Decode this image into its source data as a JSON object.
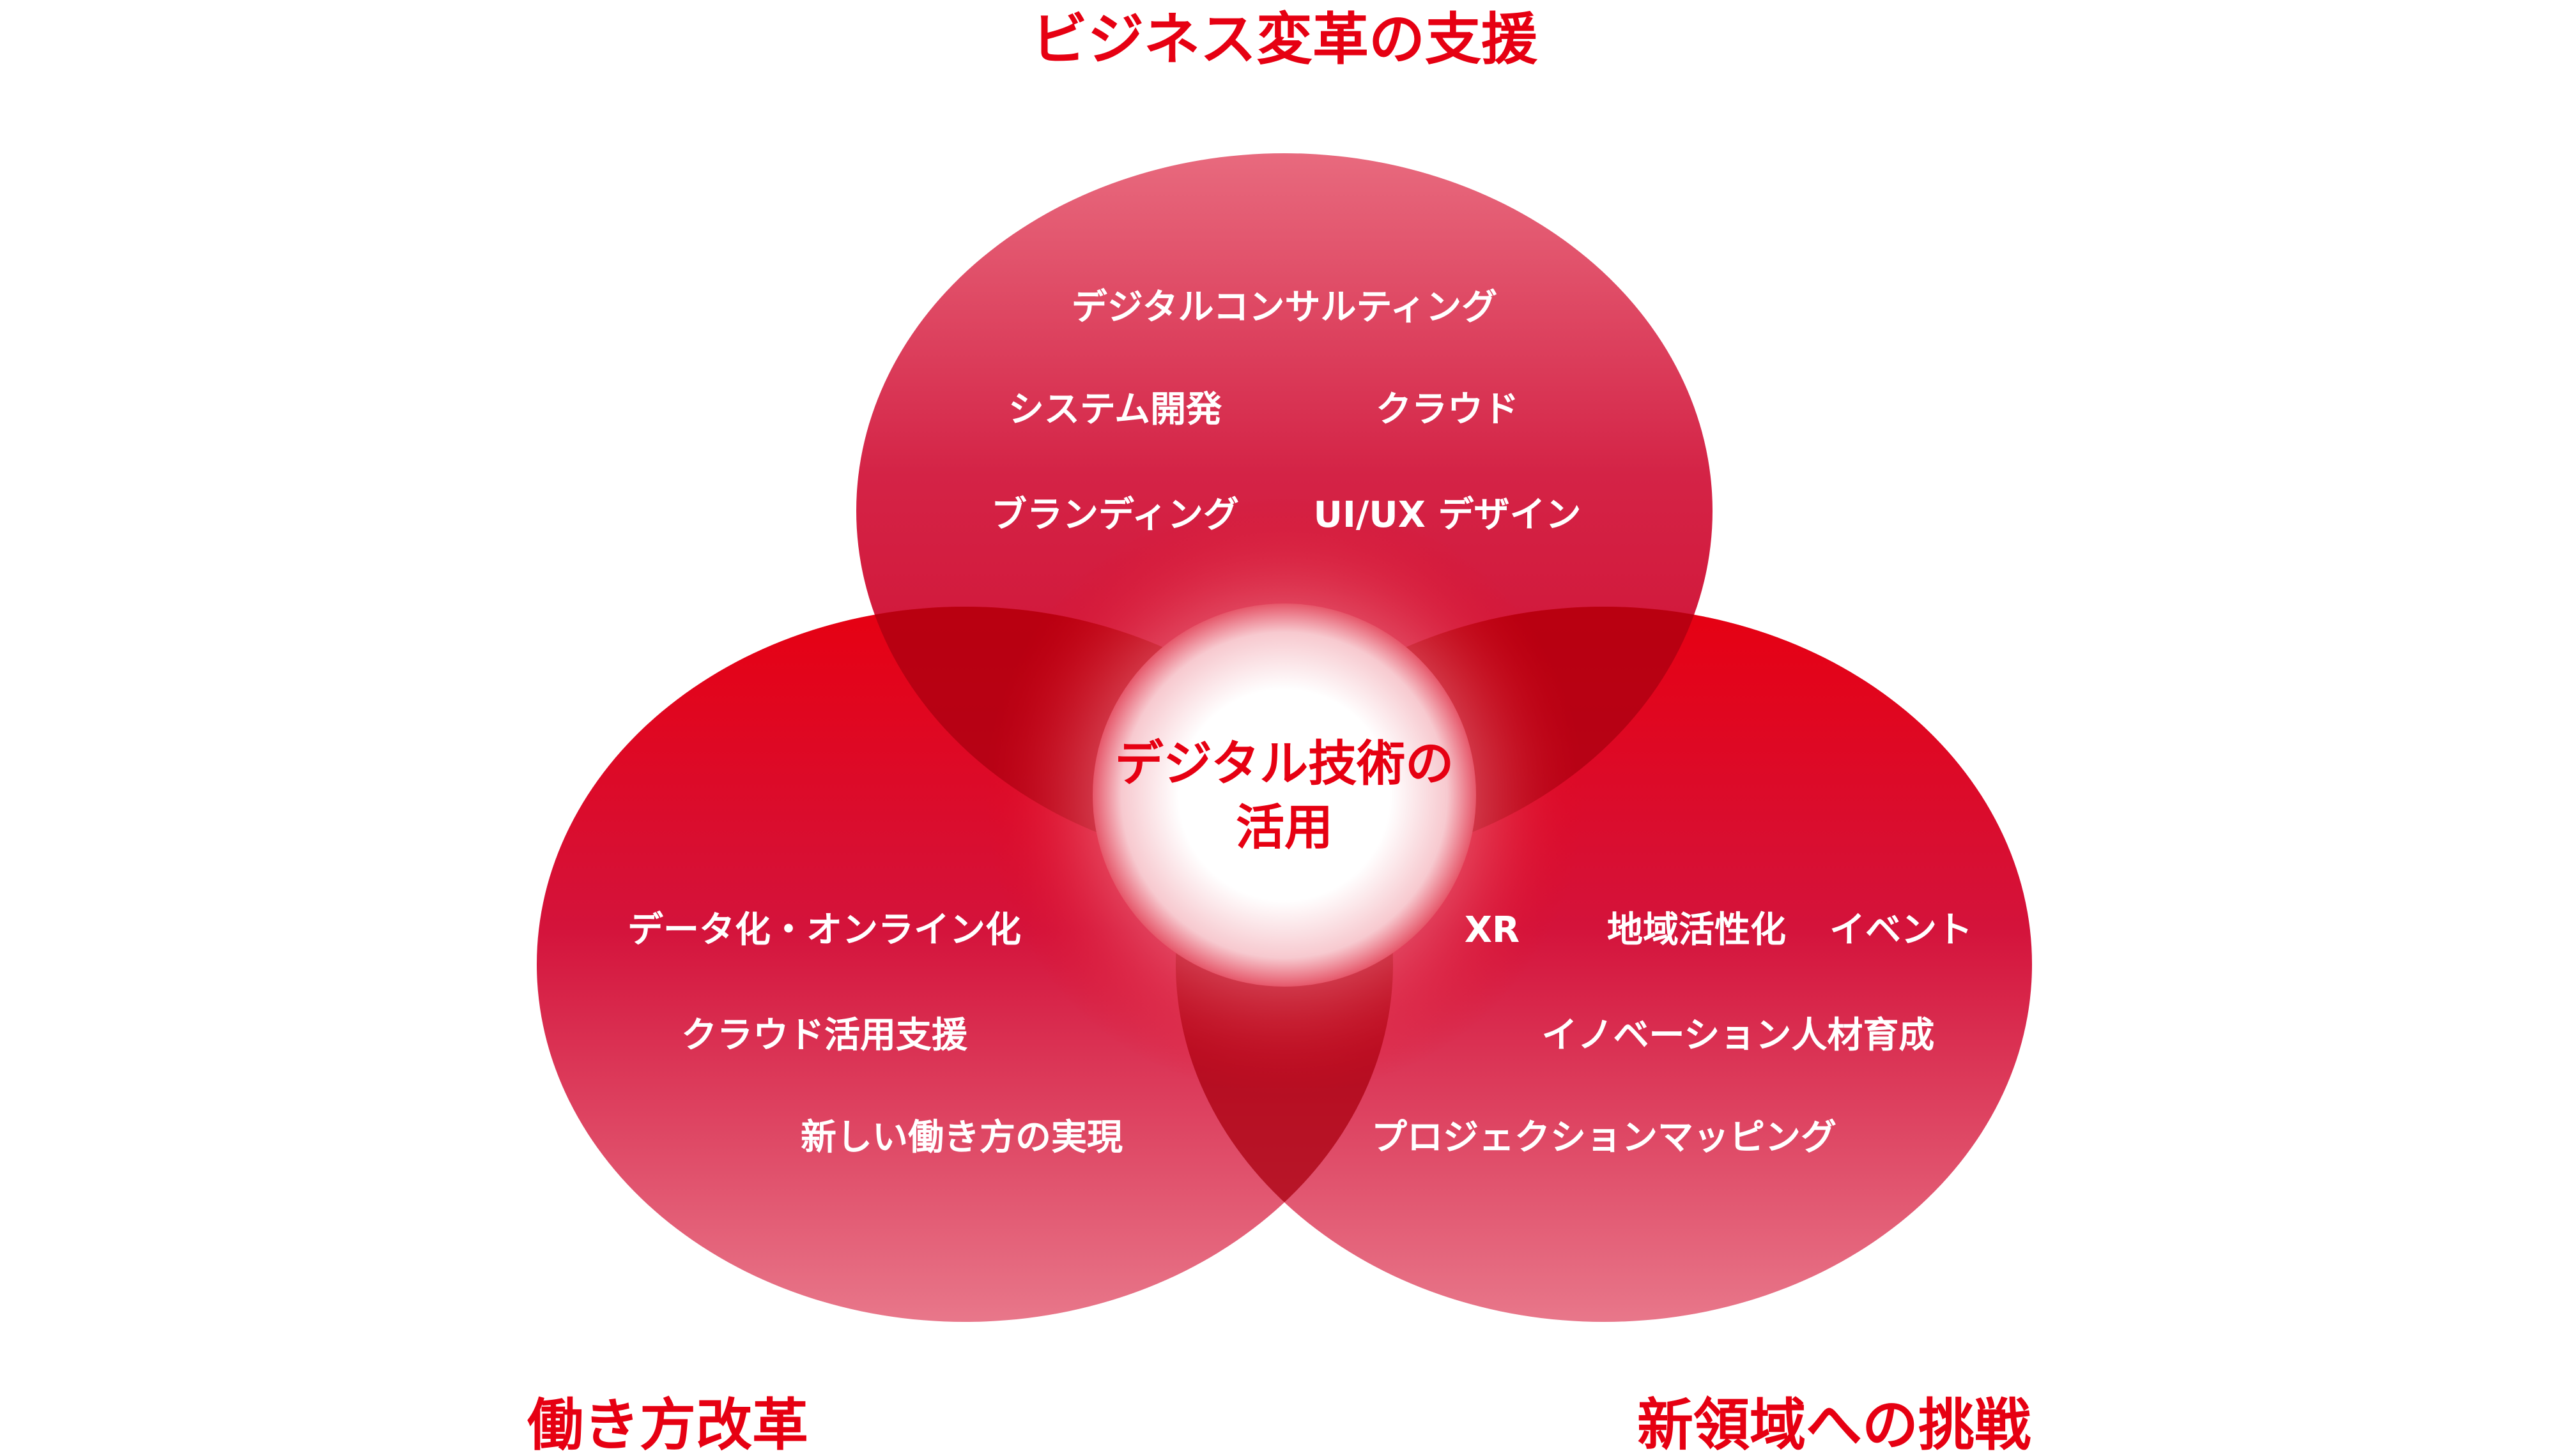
{
  "titles": {
    "top": "ビジネス変革の支援",
    "left": "働き方改革",
    "right": "新領域への挑戦"
  },
  "center": {
    "line1": "デジタル技術の",
    "line2": "活用"
  },
  "top_items": {
    "item1": "デジタルコンサルティング",
    "item2": "システム開発",
    "item3": "クラウド",
    "item4": "ブランディング",
    "item5": "UI/UX デザイン"
  },
  "left_items": {
    "item1": "データ化・オンライン化",
    "item2": "クラウド活用支援",
    "item3": "新しい働き方の実現"
  },
  "right_items": {
    "item1": "XR",
    "item2": "地域活性化",
    "item3": "イベント",
    "item4": "イノベーション人材育成",
    "item5": "プロジェクションマッピング"
  },
  "colors": {
    "accent": "#e60012",
    "circle_deep": "#cf0a2c",
    "circle_light": "#e86a7e",
    "overlap": "#a90010",
    "item_text": "#ffffff"
  }
}
